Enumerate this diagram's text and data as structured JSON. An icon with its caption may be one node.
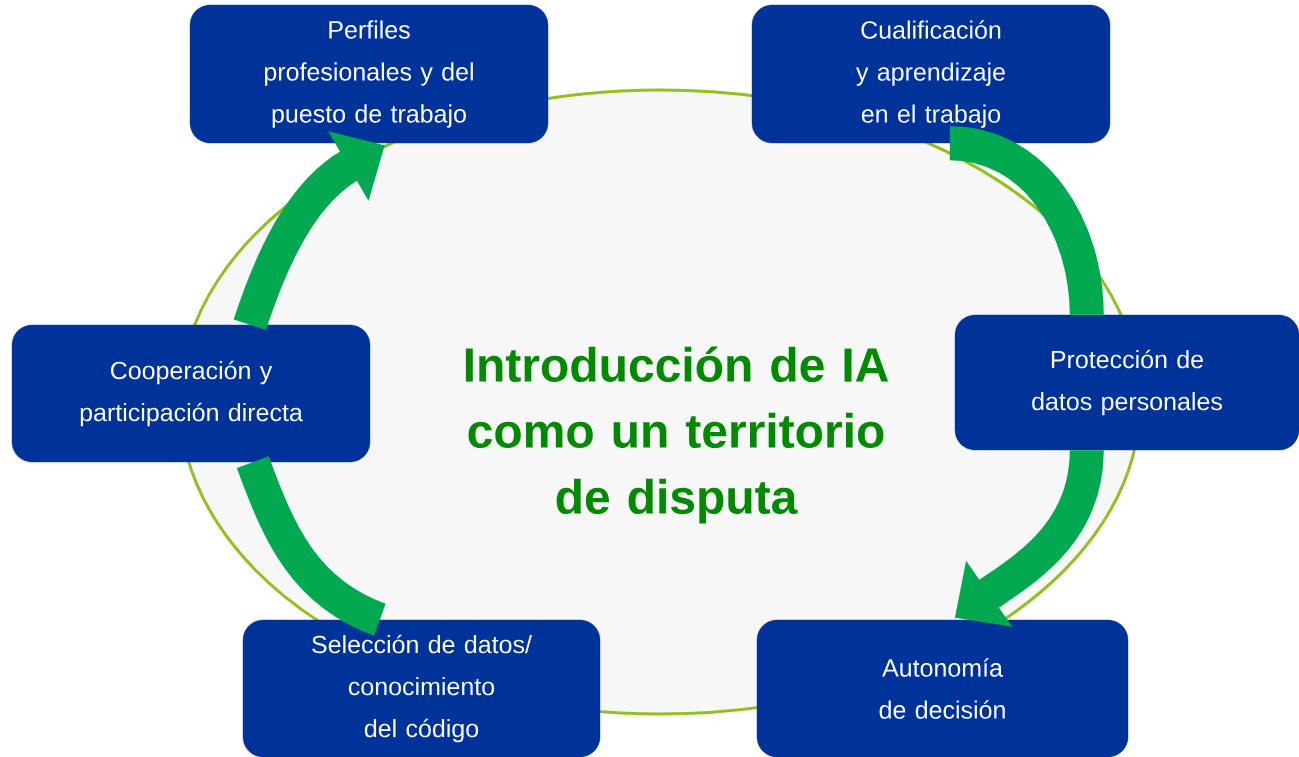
{
  "diagram": {
    "nodes": [
      {
        "text": [
          "Introducción de IA como un territorio de disputa"
        ]
      },
      {
        "text": [
          "Perfiles profesionales y del puesto de trabajo"
        ]
      },
      {
        "text": [
          "Cualificación y aprendizaje en el trabajo"
        ]
      },
      {
        "text": [
          "Cooperación y participación directa"
        ]
      },
      {
        "text": [
          "Protección de datos personales"
        ]
      },
      {
        "text": [
          "Selección de datos/ conocimiento del código"
        ]
      },
      {
        "text": [
          "Autonomía de decisión"
        ]
      }
    ],
    "edges": [
      {
        "from": 5,
        "to": 3,
        "arrow": "none"
      },
      {
        "from": 3,
        "to": 1,
        "arrow": "to"
      },
      {
        "from": 2,
        "to": 4,
        "arrow": "none"
      },
      {
        "from": 4,
        "to": 6,
        "arrow": "to"
      }
    ]
  }
}
